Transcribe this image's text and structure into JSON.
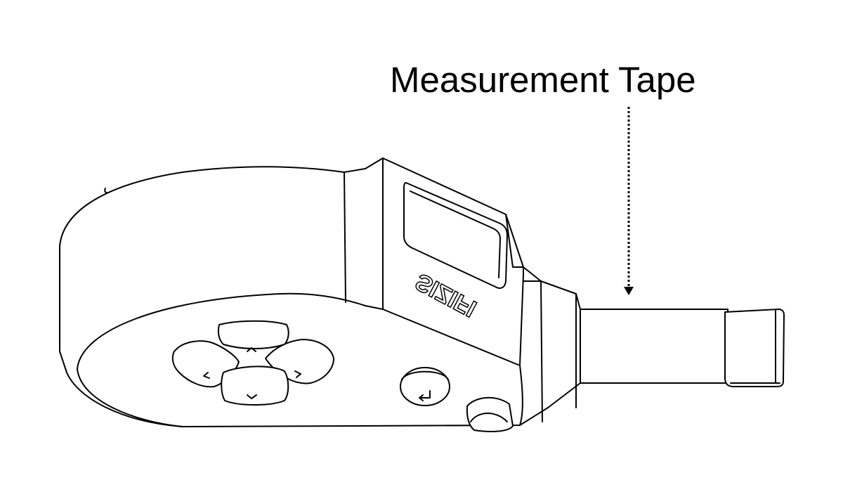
{
  "diagram": {
    "callout_label": "Measurement Tape",
    "logo_text": "SIZIFI",
    "buttons": [
      "up",
      "left",
      "right",
      "down",
      "enter"
    ],
    "colors": {
      "line": "#000000",
      "background": "#ffffff"
    }
  }
}
